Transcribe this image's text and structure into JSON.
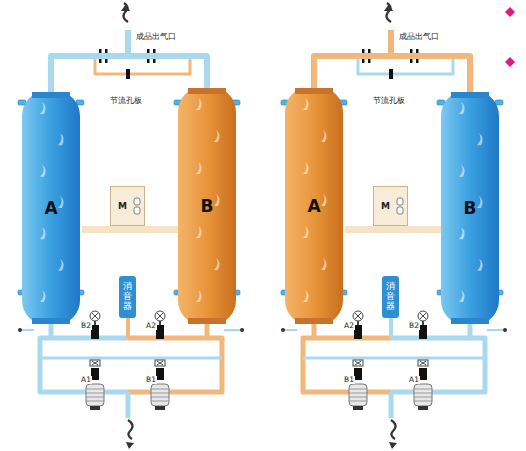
{
  "diagram": {
    "nodes": [
      {
        "text": [
          "A"
        ]
      },
      {
        "text": [
          "M"
        ]
      },
      {
        "text": [
          "B"
        ]
      },
      {
        "text": [
          "消音器"
        ]
      },
      {
        "text": [
          "A"
        ]
      },
      {
        "text": [
          "M"
        ]
      },
      {
        "text": [
          "B"
        ]
      },
      {
        "text": [
          "消音器"
        ]
      }
    ],
    "edges": [
      {
        "from": 0,
        "to": 2,
        "arrow": "none"
      },
      {
        "from": 4,
        "to": 6,
        "arrow": "none"
      }
    ],
    "labels": [
      "成品出气口",
      "节流孔板",
      "B2",
      "A2",
      "A1",
      "B1",
      "成品出气口",
      "节流孔板",
      "A2",
      "B2",
      "B1",
      "A1"
    ]
  }
}
